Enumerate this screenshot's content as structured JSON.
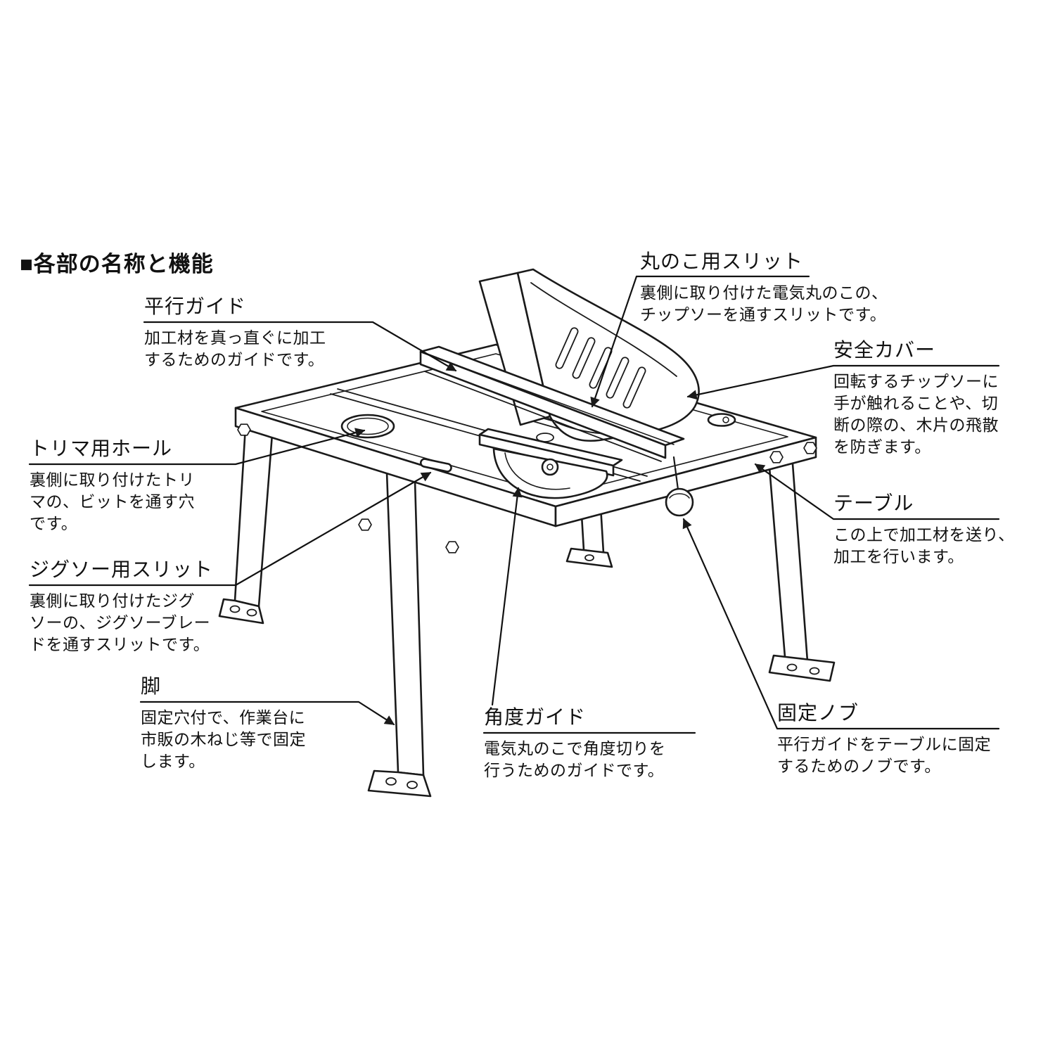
{
  "colors": {
    "background": "#ffffff",
    "ink": "#1a1a1a",
    "text": "#111111"
  },
  "title": "■各部の名称と機能",
  "labels": [
    {
      "id": "parallel-guide",
      "heading": "平行ガイド",
      "lines": [
        "加工材を真っ直ぐに加工",
        "するためのガイドです。"
      ]
    },
    {
      "id": "circular-saw-slit",
      "heading": "丸のこ用スリット",
      "lines": [
        "裏側に取り付けた電気丸のこの、",
        "チップソーを通すスリットです。"
      ]
    },
    {
      "id": "safety-cover",
      "heading": "安全カバー",
      "lines": [
        "回転するチップソーに",
        "手が触れることや、切",
        "断の際の、木片の飛散",
        "を防ぎます。"
      ]
    },
    {
      "id": "trimmer-hole",
      "heading": "トリマ用ホール",
      "lines": [
        "裏側に取り付けたトリ",
        "マの、ビットを通す穴",
        "です。"
      ]
    },
    {
      "id": "table",
      "heading": "テーブル",
      "lines": [
        "この上で加工材を送り、",
        "加工を行います。"
      ]
    },
    {
      "id": "jigsaw-slit",
      "heading": "ジグソー用スリット",
      "lines": [
        "裏側に取り付けたジグ",
        "ソーの、ジグソーブレー",
        "ドを通すスリットです。"
      ]
    },
    {
      "id": "leg",
      "heading": "脚",
      "lines": [
        "固定穴付で、作業台に",
        "市販の木ねじ等で固定",
        "します。"
      ]
    },
    {
      "id": "angle-guide",
      "heading": "角度ガイド",
      "lines": [
        "電気丸のこで角度切りを",
        "行うためのガイドです。"
      ]
    },
    {
      "id": "fixing-knob",
      "heading": "固定ノブ",
      "lines": [
        "平行ガイドをテーブルに固定",
        "するためのノブです。"
      ]
    }
  ]
}
